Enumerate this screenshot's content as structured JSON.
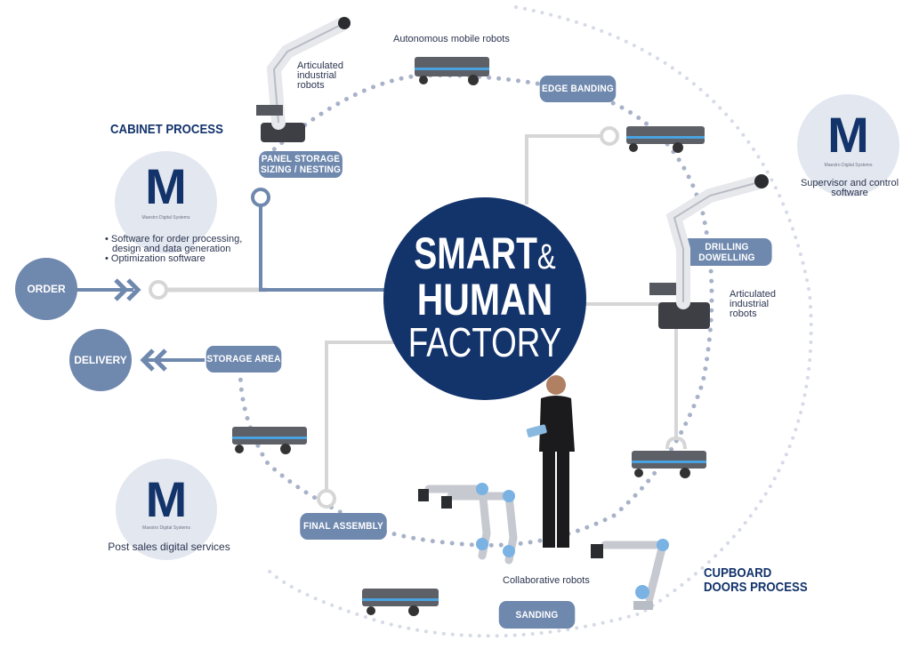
{
  "center": {
    "line1": "SMART",
    "amp": "&",
    "line2": "HUMAN",
    "line3": "FACTORY"
  },
  "headings": {
    "cabinet_process": "CABINET PROCESS",
    "cupboard_line1": "CUPBOARD",
    "cupboard_line2": "DOORS PROCESS"
  },
  "nodes": {
    "order": "ORDER",
    "delivery": "DELIVERY"
  },
  "stations": {
    "panel_storage_line1": "PANEL STORAGE",
    "panel_storage_line2": "SIZING / NESTING",
    "edge_banding": "EDGE BANDING",
    "drilling_dowelling": "DRILLING DOWELLING",
    "storage_area": "STORAGE AREA",
    "final_assembly": "FINAL ASSEMBLY",
    "sanding": "SANDING"
  },
  "captions": {
    "amr_top": "Autonomous mobile robots",
    "articulated_top_1": "Articulated",
    "articulated_top_2": "industrial",
    "articulated_top_3": "robots",
    "articulated_right_1": "Articulated",
    "articulated_right_2": "industrial",
    "articulated_right_3": "robots",
    "collaborative": "Collaborative robots"
  },
  "maestro": {
    "logo_letter": "M",
    "logo_sub": "Maestro Digital Systems",
    "cabinet_bullets": [
      "Software for order processing,",
      "design and data generation",
      "Optimization software"
    ],
    "supervisor_1": "Supervisor and control",
    "supervisor_2": "software",
    "post_sales": "Post sales digital services"
  },
  "colors": {
    "navy": "#13336b",
    "steel_blue": "#6f88ae",
    "light_circle": "#e3e7ef",
    "grey_line": "#d6d6d6",
    "dot": "#a7b1c8"
  }
}
